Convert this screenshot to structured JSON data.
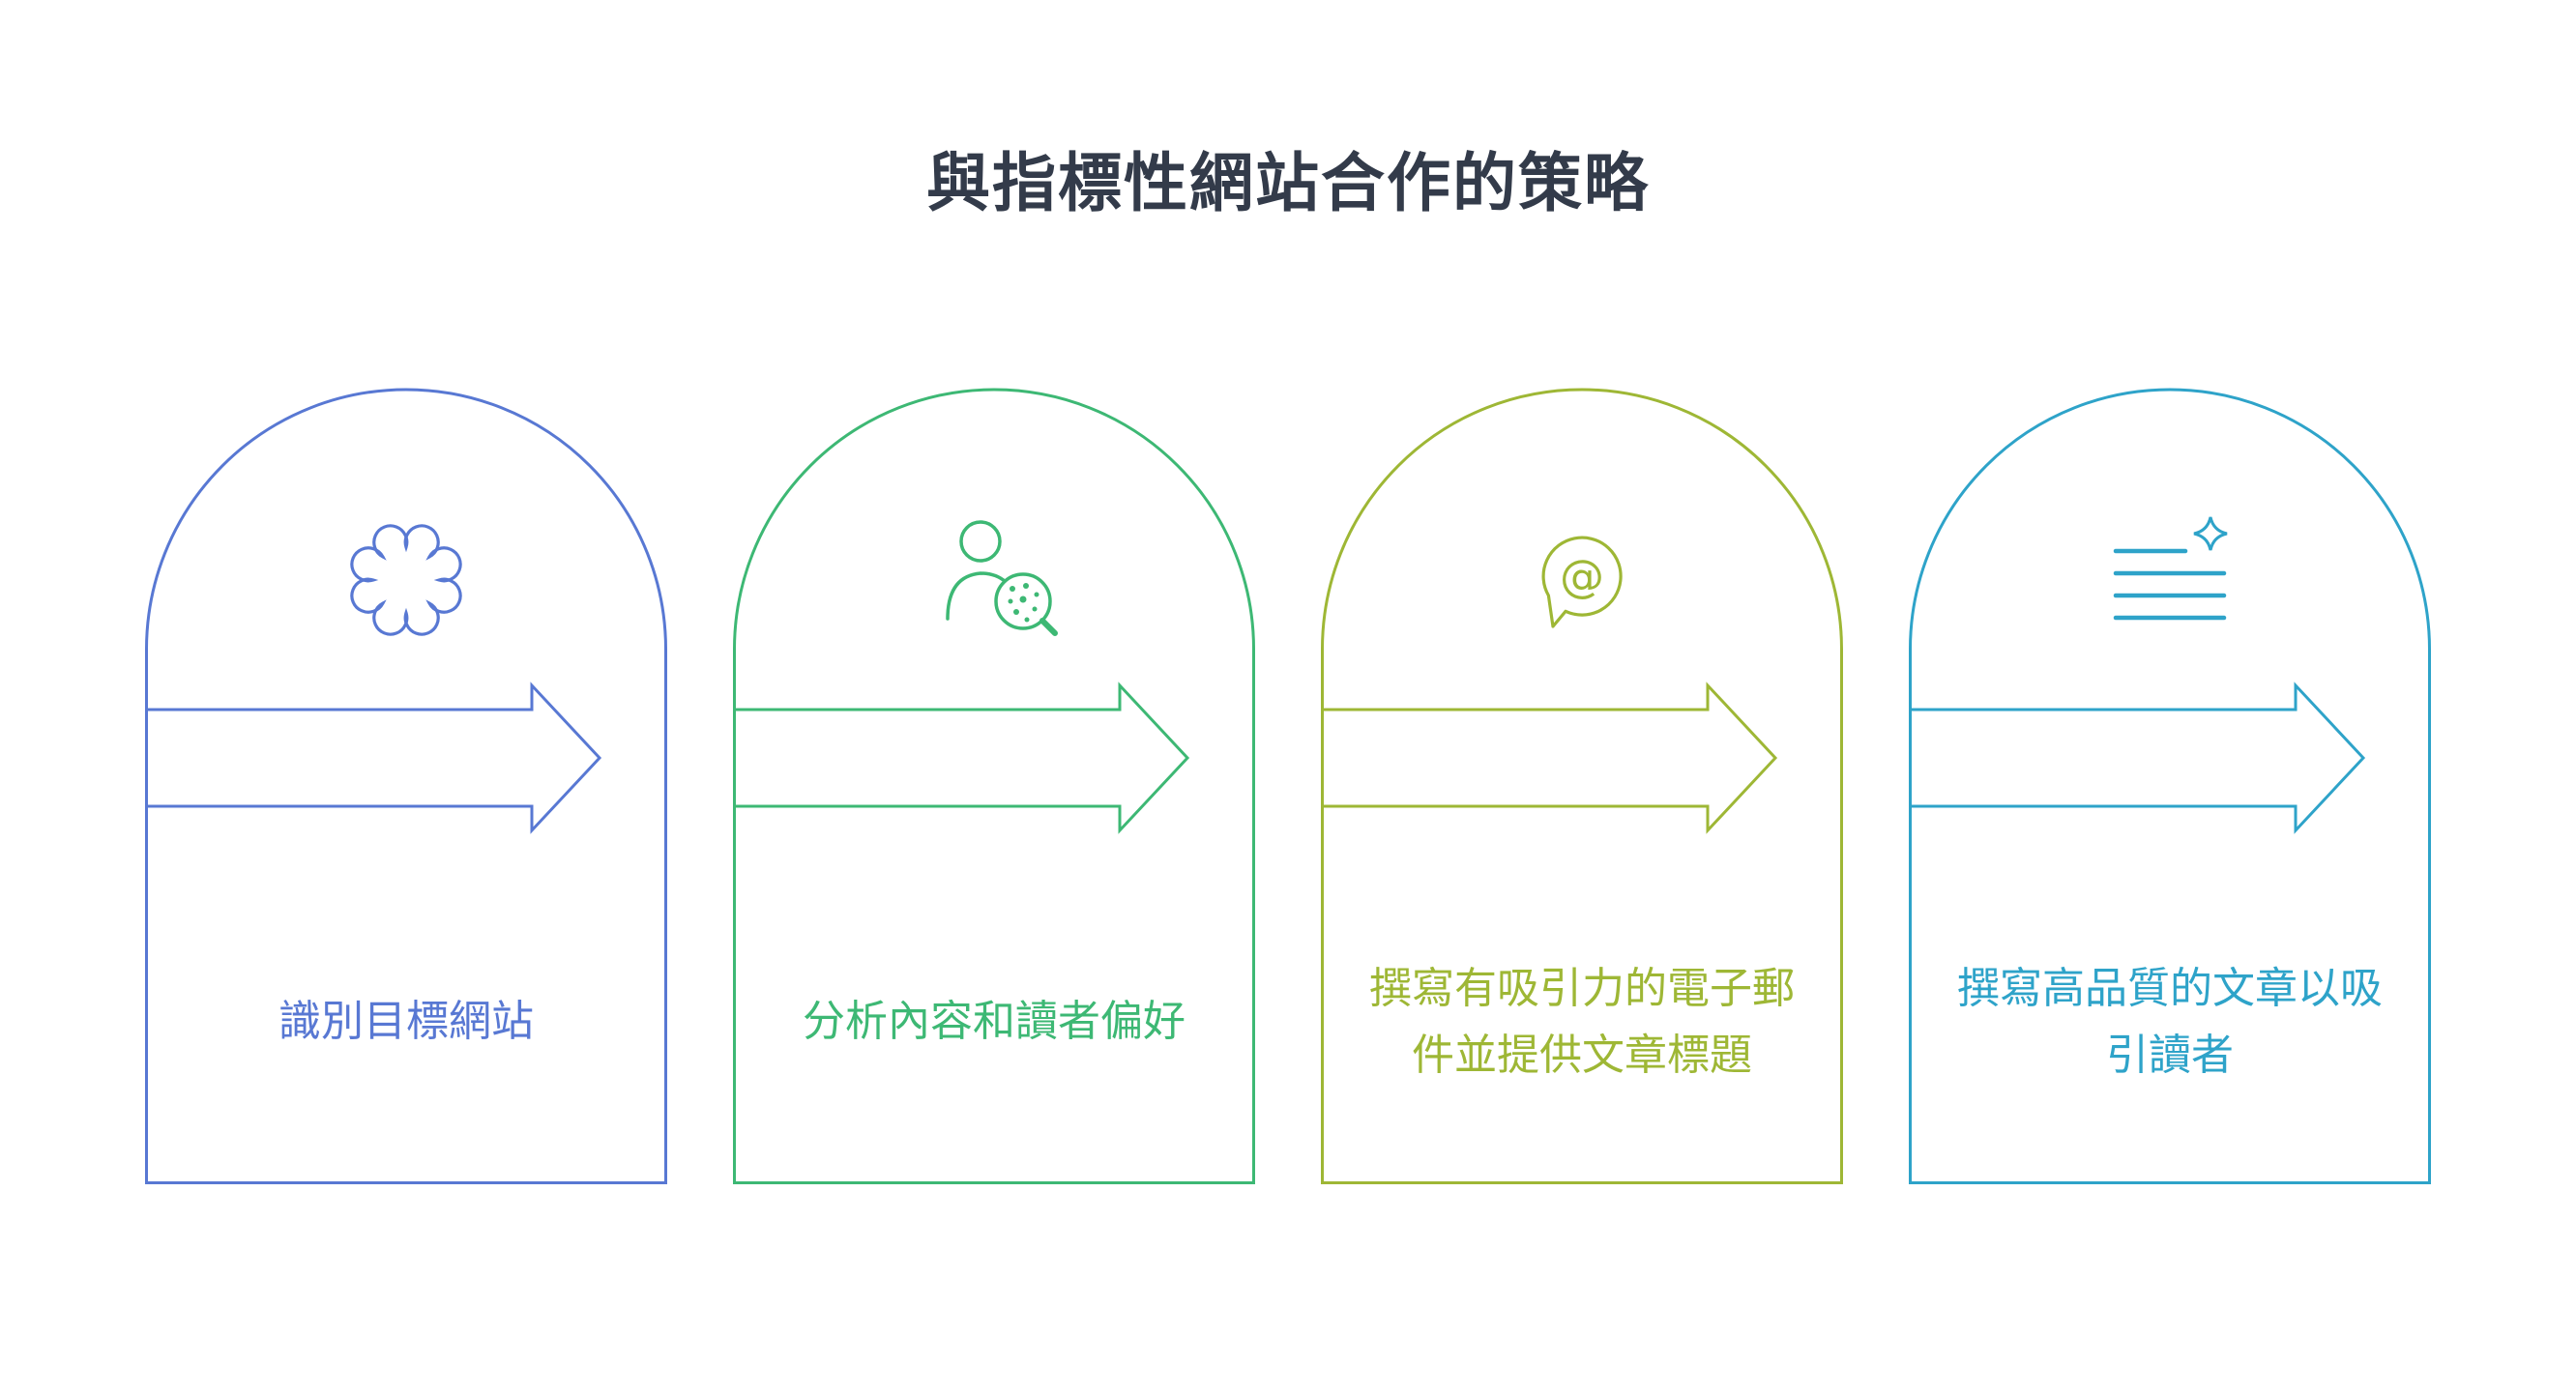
{
  "title": "與指標性網站合作的策略",
  "title_color": "#333B4A",
  "background_color": "#FFFFFF",
  "steps": [
    {
      "label": "識別目標網站",
      "color": "#5878D3",
      "icon": "cloud-icon"
    },
    {
      "label": "分析內容和讀者偏好",
      "color": "#3DB874",
      "icon": "audience-analysis-icon"
    },
    {
      "label": "撰寫有吸引力的電子郵\n件並提供文章標題",
      "color": "#9EB735",
      "icon": "at-speech-bubble-icon",
      "icon_glyph": "@"
    },
    {
      "label": "撰寫高品質的文章以吸\n引讀者",
      "color": "#2EA3C9",
      "icon": "article-sparkle-icon"
    }
  ]
}
